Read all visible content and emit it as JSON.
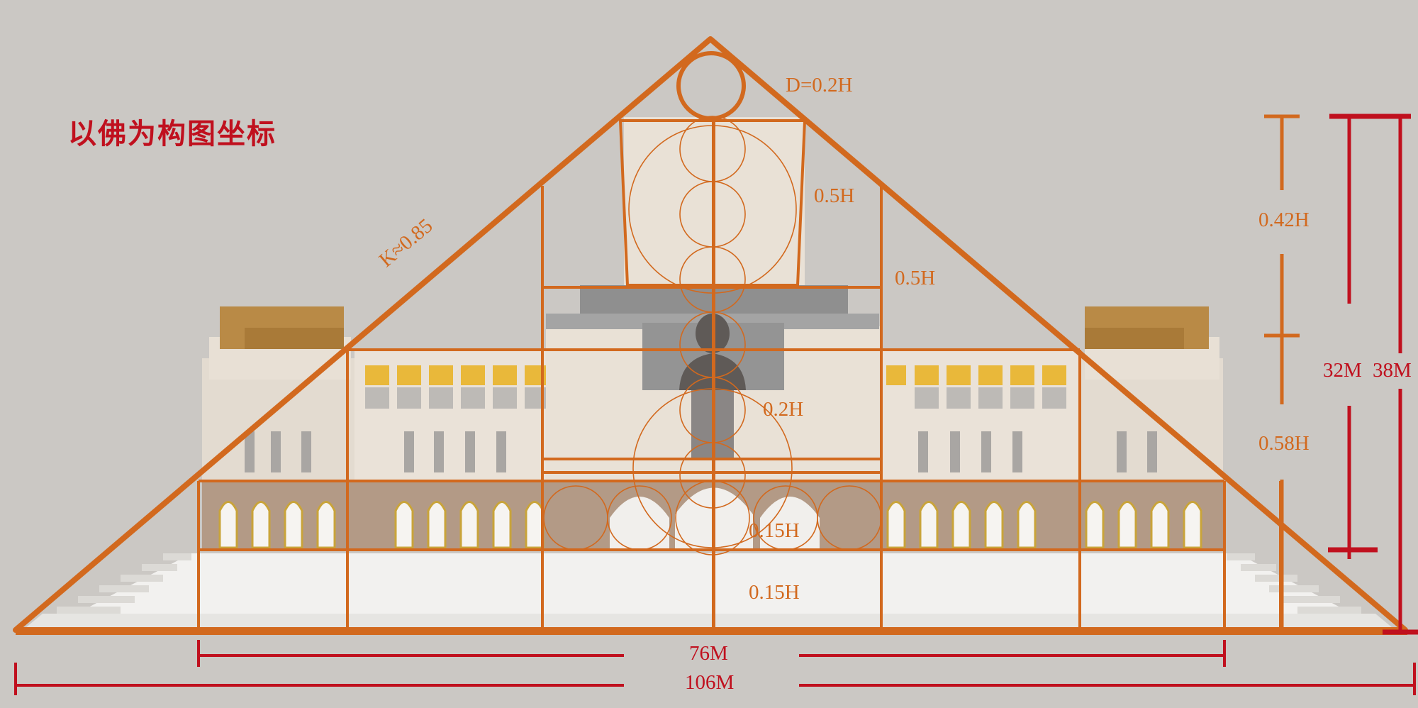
{
  "title": "以佛为构图坐标",
  "labels": {
    "circle_d": "D=0.2H",
    "slope": "K≈0.85",
    "h05_box": "0.5H",
    "h05_side": "0.5H",
    "h02": "0.2H",
    "h015_upper": "0.15H",
    "h015_lower": "0.15H",
    "h042": "0.42H",
    "h058": "0.58H",
    "height_32": "32M",
    "height_38": "38M",
    "width_76": "76M",
    "width_106": "106M"
  },
  "colors": {
    "background": "#cbc8c4",
    "guide_orange": "#d2691e",
    "dimension_red": "#c0101e"
  }
}
